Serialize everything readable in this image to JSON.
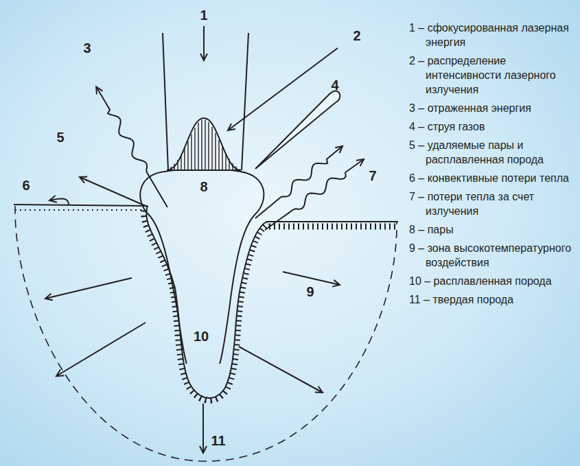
{
  "diagram": {
    "labels": [
      "1",
      "2",
      "3",
      "4",
      "5",
      "6",
      "7",
      "8",
      "9",
      "10",
      "11",
      "1 – сфокусированная лазерная энергия",
      "2 – распределение интенсивности лазерного излучения",
      "3 – отраженная энергия",
      "4 – струя газов",
      "5 – удаляемые пары и расплавленная порода",
      "6 – конвективные потери тепла",
      "7 – потери тепла за счет излучения",
      "8 – пары",
      "9 – зона высокотемпературного воздействия",
      "10 – расплавленная порода",
      "11 – твердая порода"
    ]
  }
}
